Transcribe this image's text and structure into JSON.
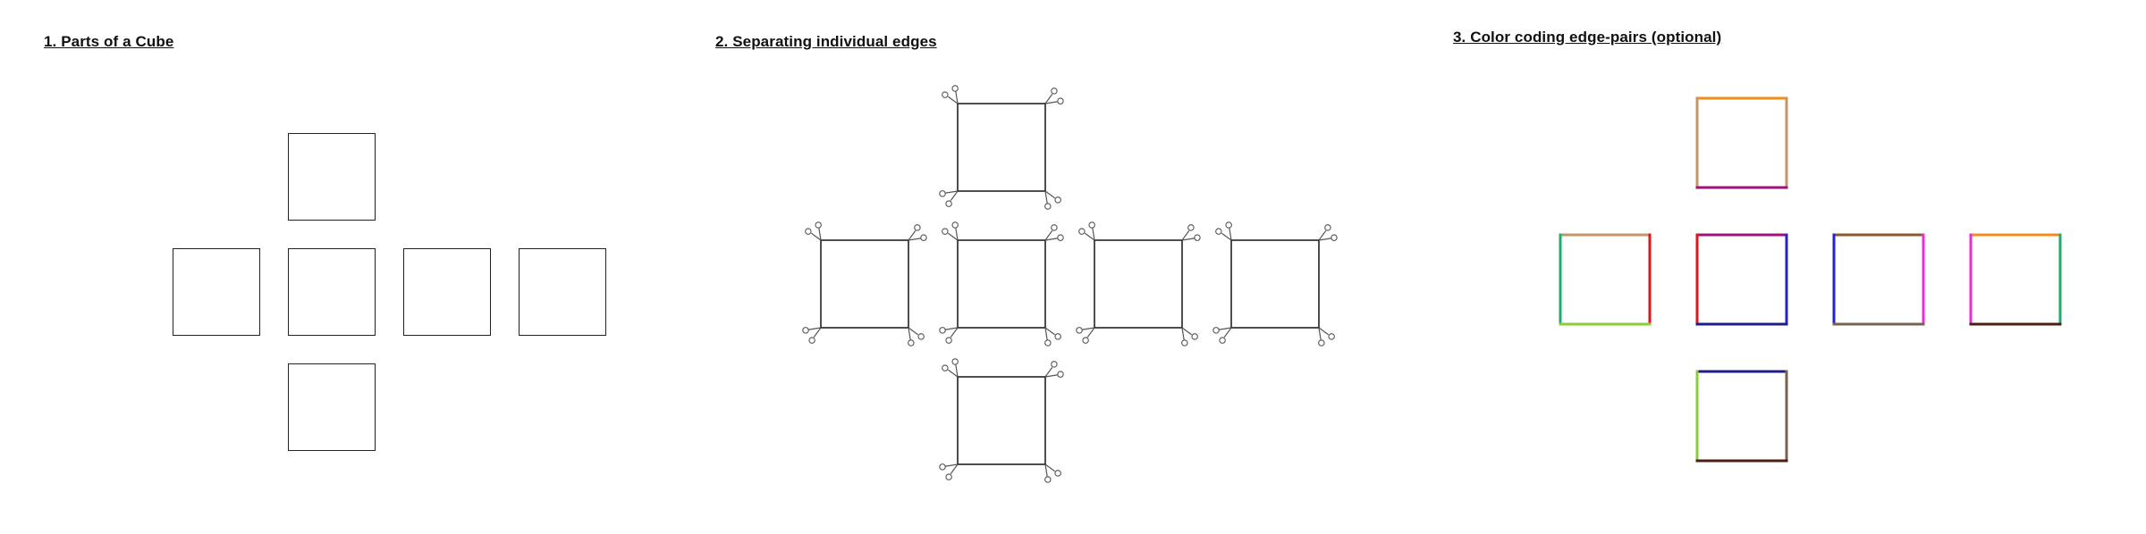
{
  "headings": {
    "parts": "1. Parts of a Cube",
    "separating": "2. Separating individual edges",
    "color_coding": "3. Color coding edge-pairs (optional)"
  },
  "icons": {
    "scissors": "scissors-icon"
  },
  "colors": {
    "outline": "#222222",
    "orange": "#f28c1a",
    "tan": "#c79466",
    "magenta": "#a0127a",
    "red": "#e4141b",
    "blue": "#2222dd",
    "navy": "#1c1c8a",
    "green": "#1fae6a",
    "lime": "#8ccc3a",
    "brown": "#8b5a2b",
    "taupe": "#7a6250",
    "pink": "#f02ad8",
    "darkbrown": "#4a1e12"
  }
}
